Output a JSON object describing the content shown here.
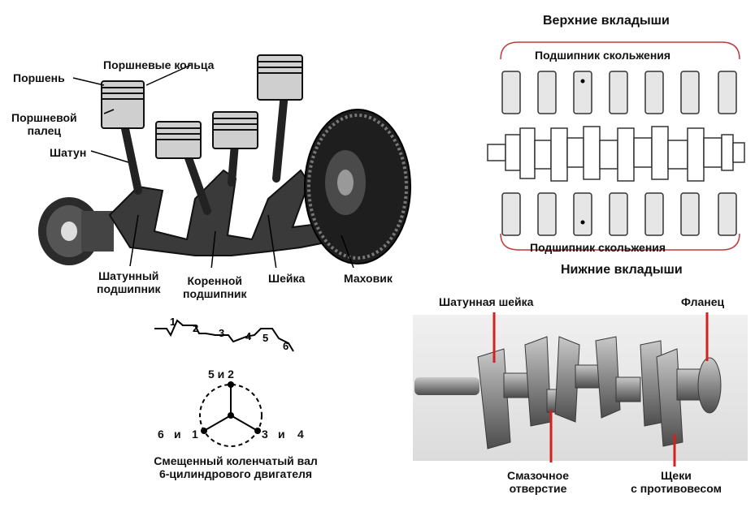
{
  "engine": {
    "labels": {
      "piston": "Поршень",
      "rings": "Поршневые кольца",
      "pin_line1": "Поршневой",
      "pin_line2": "палец",
      "rod": "Шатун",
      "rod_bearing_line1": "Шатунный",
      "rod_bearing_line2": "подшипник",
      "main_bearing_line1": "Коренной",
      "main_bearing_line2": "подшипник",
      "journal": "Шейка",
      "flywheel": "Маховик"
    }
  },
  "bearings": {
    "upper_title": "Верхние вкладыши",
    "upper_bearing": "Подшипник скольжения",
    "lower_bearing": "Подшипник скольжения",
    "lower_title": "Нижние вкладыши"
  },
  "offset_crank": {
    "crank_numbers": [
      "1",
      "2",
      "3",
      "4",
      "5",
      "6"
    ],
    "top_label": "5 и 2",
    "left_label_a": "6",
    "left_label_b": "и",
    "left_label_c": "1",
    "right_label_a": "3",
    "right_label_b": "и",
    "right_label_c": "4",
    "caption_line1": "Смещенный коленчатый вал",
    "caption_line2": "6-цилиндрового двигателя"
  },
  "crank_photo": {
    "labels": {
      "rod_journal": "Шатунная шейка",
      "flange": "Фланец",
      "oil_hole_line1": "Смазочное",
      "oil_hole_line2": "отверстие",
      "cheeks_line1": "Щеки",
      "cheeks_line2": "с противовесом"
    },
    "accent_color": "#d62020"
  }
}
